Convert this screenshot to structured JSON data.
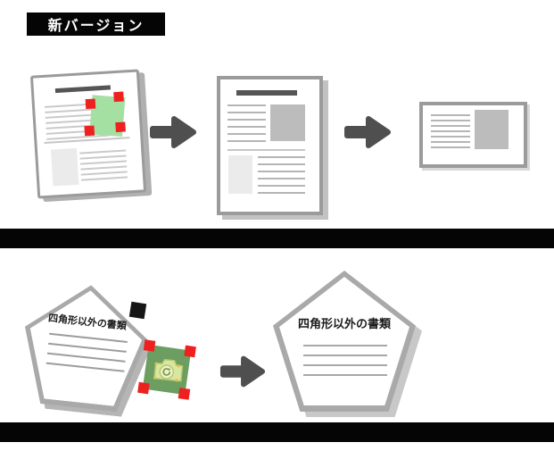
{
  "header": {
    "version_label": "新バージョン"
  },
  "top_flow": {
    "stages": [
      "skewed-document-with-corner-selection",
      "corrected-document",
      "cropped-region"
    ],
    "icons": [
      "flow-arrow-right",
      "flow-arrow-right"
    ]
  },
  "bottom_flow": {
    "source_document_label": "四角形以外の書類",
    "result_document_label": "四角形以外の書類",
    "icons": [
      "camera",
      "flow-arrow-right"
    ]
  },
  "colors": {
    "bar_black": "#050505",
    "arrow_gray": "#4f4f4f",
    "title_bar_gray": "#555555",
    "doc_border_gray": "#9b9b9b",
    "selection_green": "#a5e0a3",
    "camera_box_green": "#6b9e60",
    "handle_red": "#ee2020",
    "image_block_gray": "#bcbcbc",
    "image_block_light": "#ebebeb"
  }
}
